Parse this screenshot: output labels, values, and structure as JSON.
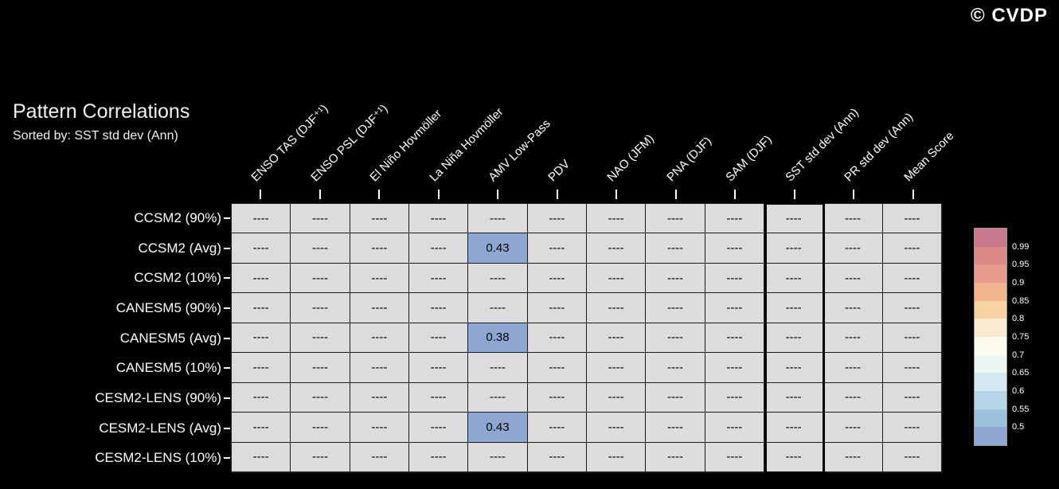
{
  "watermark": "© CVDP",
  "title": "Pattern Correlations",
  "subtitle": "Sorted by: SST std dev (Ann)",
  "chart_data": {
    "type": "heatmap",
    "title": "Pattern Correlations",
    "subtitle": "Sorted by: SST std dev (Ann)",
    "columns": [
      "ENSO TAS (DJF⁺¹)",
      "ENSO PSL (DJF⁺¹)",
      "El Niño Hovmöller",
      "La Niña Hovmöller",
      "AMV Low-Pass",
      "PDV",
      "NAO (JFM)",
      "PNA (DJF)",
      "SAM (DJF)",
      "SST std dev (Ann)",
      "PR std dev (Ann)",
      "Mean Score"
    ],
    "rows": [
      "CCSM2 (90%)",
      "CCSM2 (Avg)",
      "CCSM2 (10%)",
      "CANESM5 (90%)",
      "CANESM5 (Avg)",
      "CANESM5 (10%)",
      "CESM2-LENS (90%)",
      "CESM2-LENS (Avg)",
      "CESM2-LENS (10%)"
    ],
    "values": [
      [
        "----",
        "----",
        "----",
        "----",
        "----",
        "----",
        "----",
        "----",
        "----",
        "----",
        "----",
        "----"
      ],
      [
        "----",
        "----",
        "----",
        "----",
        "0.43",
        "----",
        "----",
        "----",
        "----",
        "----",
        "----",
        "----"
      ],
      [
        "----",
        "----",
        "----",
        "----",
        "----",
        "----",
        "----",
        "----",
        "----",
        "----",
        "----",
        "----"
      ],
      [
        "----",
        "----",
        "----",
        "----",
        "----",
        "----",
        "----",
        "----",
        "----",
        "----",
        "----",
        "----"
      ],
      [
        "----",
        "----",
        "----",
        "----",
        "0.38",
        "----",
        "----",
        "----",
        "----",
        "----",
        "----",
        "----"
      ],
      [
        "----",
        "----",
        "----",
        "----",
        "----",
        "----",
        "----",
        "----",
        "----",
        "----",
        "----",
        "----"
      ],
      [
        "----",
        "----",
        "----",
        "----",
        "----",
        "----",
        "----",
        "----",
        "----",
        "----",
        "----",
        "----"
      ],
      [
        "----",
        "----",
        "----",
        "----",
        "0.43",
        "----",
        "----",
        "----",
        "----",
        "----",
        "----",
        "----"
      ],
      [
        "----",
        "----",
        "----",
        "----",
        "----",
        "----",
        "----",
        "----",
        "----",
        "----",
        "----",
        "----"
      ]
    ],
    "empty_value": "----",
    "empty_cell_color": "#dcdcdc",
    "value_cell_color": "#8ea7d2",
    "highlighted_column": "SST std dev (Ann)",
    "highlighted_column_index": 9,
    "legend_position": "right",
    "colorbar": {
      "labels": [
        "0.99",
        "0.95",
        "0.9",
        "0.85",
        "0.8",
        "0.75",
        "0.7",
        "0.65",
        "0.6",
        "0.55",
        "0.5"
      ],
      "colors": [
        "#c9798e",
        "#dd8888",
        "#e89a8c",
        "#f0b48e",
        "#f7d3a4",
        "#fbead0",
        "#fdfaee",
        "#edf5f0",
        "#d3e8ef",
        "#b6d6e7",
        "#9cc2dd",
        "#8ea7d2"
      ]
    }
  }
}
